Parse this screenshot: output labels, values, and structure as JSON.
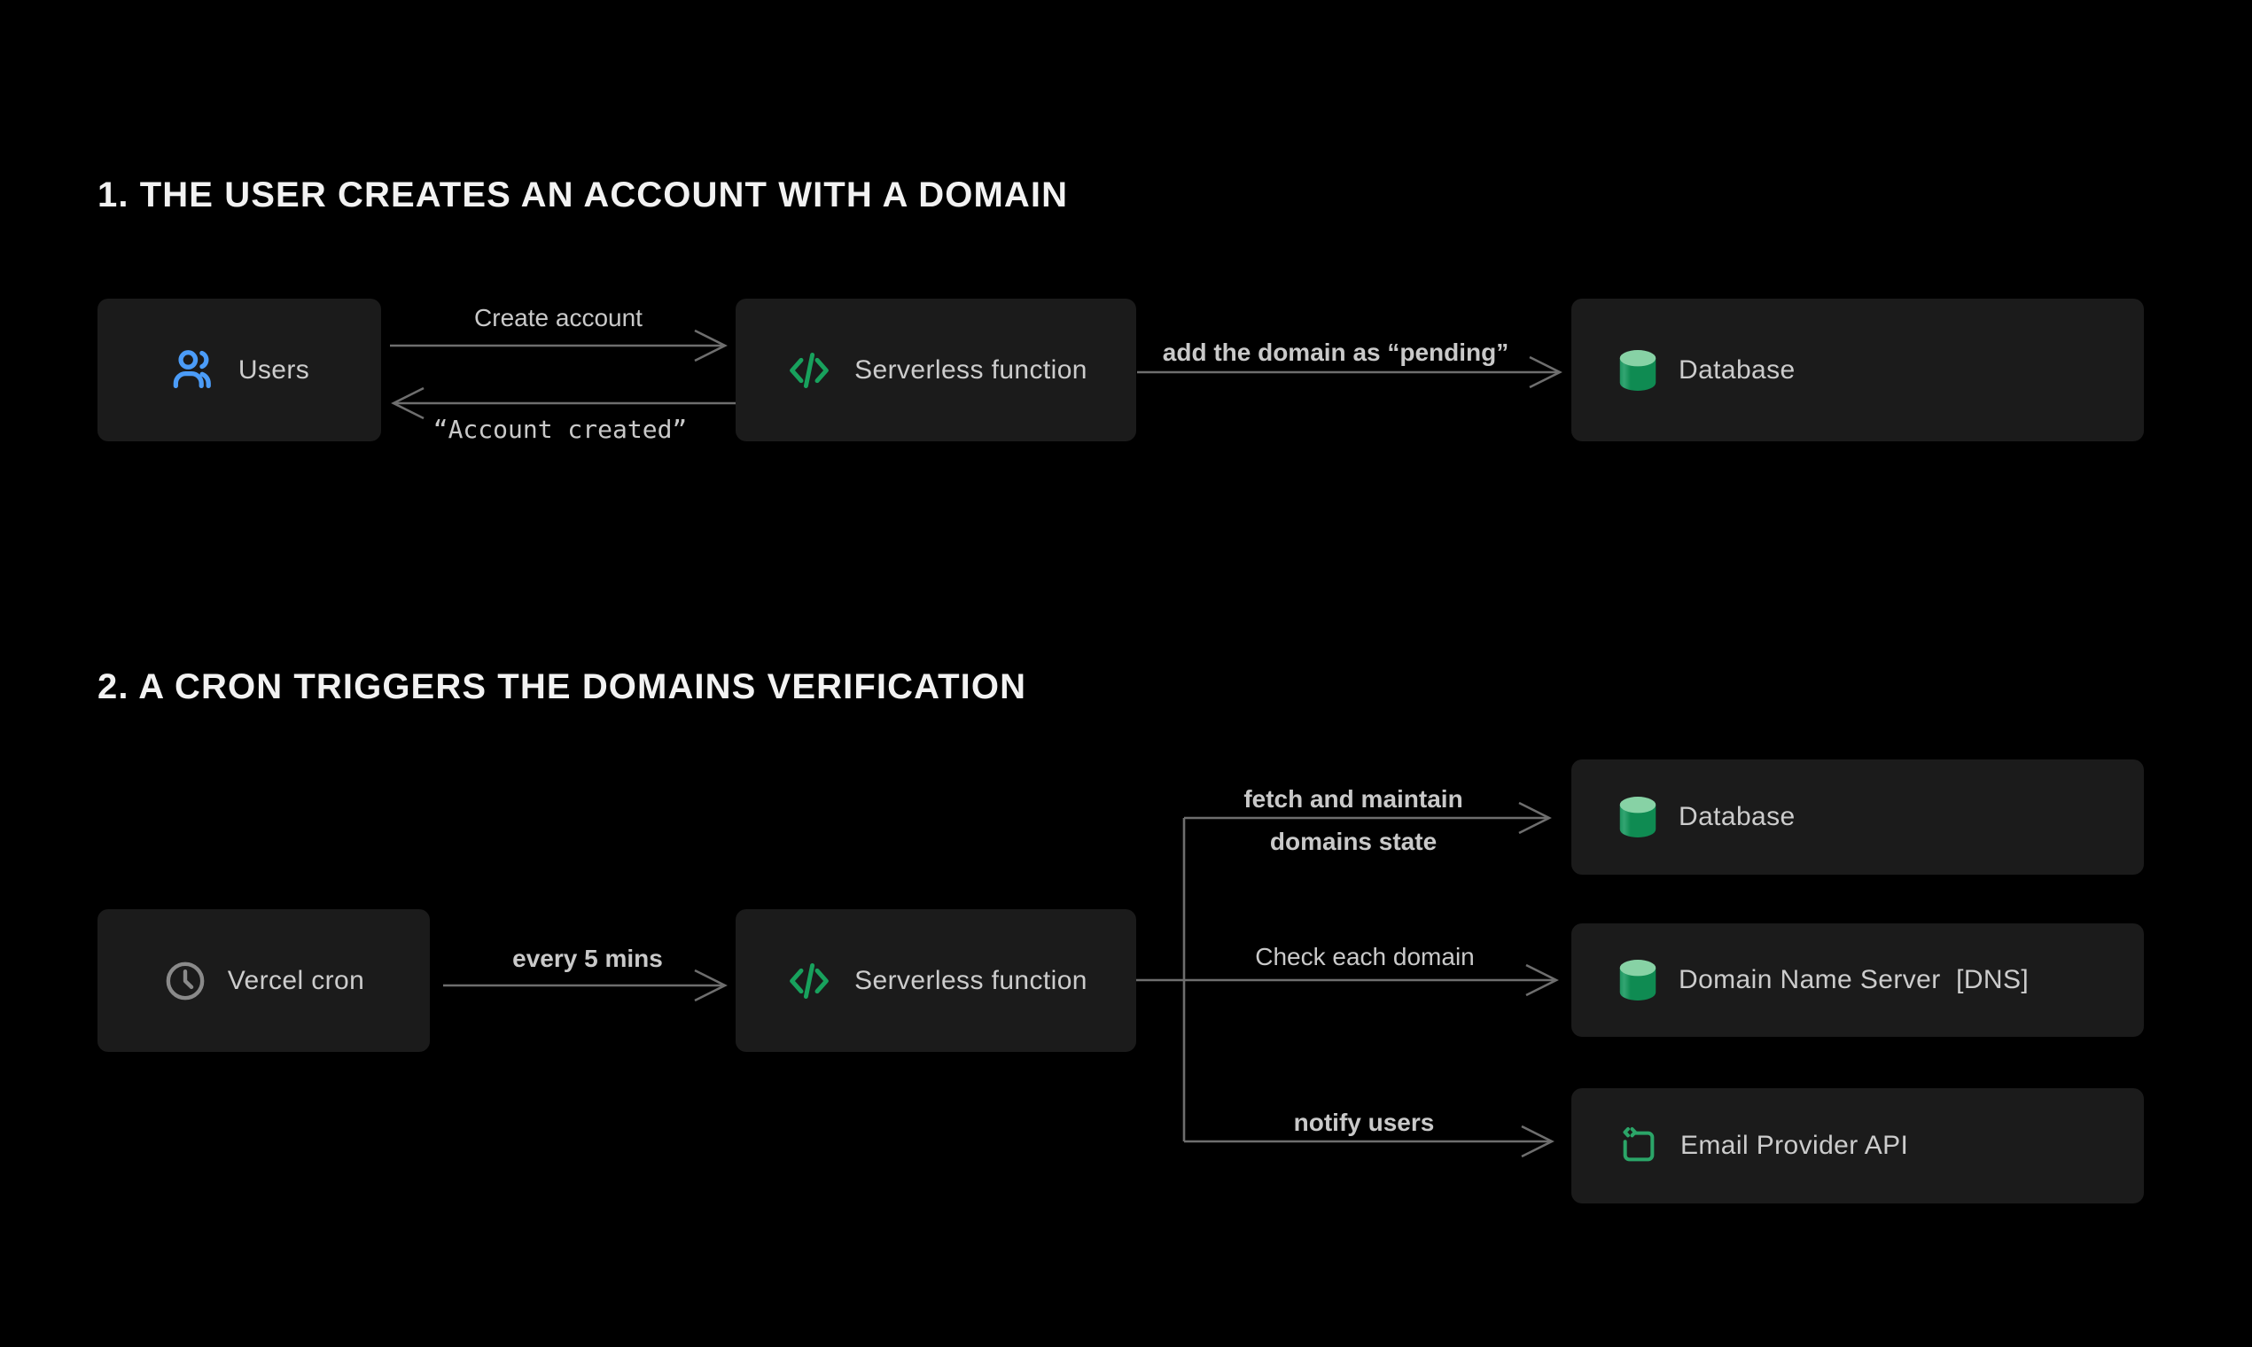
{
  "colors": {
    "background": "#000000",
    "node_background": "#1B1B1B",
    "node_text": "#CCCCCC",
    "title_text": "#F2F2F2",
    "edge_line": "#6E6E6E",
    "edge_text": "#C9C9C9",
    "connector_dot": "#8A8A8A",
    "blue_accent": "#4B9CF8",
    "green_accent": "#18A15D",
    "database_top": "#87D2A5",
    "database_body": "#0F8B52"
  },
  "section1": {
    "title": "1. THE USER CREATES AN ACCOUNT WITH A DOMAIN",
    "nodes": {
      "users": {
        "label": "Users",
        "icon": "users-icon"
      },
      "serverless": {
        "label": "Serverless function",
        "icon": "code-icon"
      },
      "database": {
        "label": "Database",
        "icon": "database-icon"
      }
    },
    "edges": {
      "create_account": "Create account",
      "account_created": "“Account created”",
      "add_domain_pending": "add the domain as “pending”"
    }
  },
  "section2": {
    "title": "2. A CRON TRIGGERS THE DOMAINS VERIFICATION",
    "nodes": {
      "vercel_cron": {
        "label": "Vercel cron",
        "icon": "clock-icon"
      },
      "serverless": {
        "label": "Serverless function",
        "icon": "code-icon"
      },
      "database": {
        "label": "Database",
        "icon": "database-icon"
      },
      "dns": {
        "label": "Domain Name Server  [DNS]",
        "icon": "database-icon"
      },
      "email_provider": {
        "label": "Email Provider API",
        "icon": "code-window-icon"
      }
    },
    "edges": {
      "every_5_mins": "every 5 mins",
      "fetch_and_maintain_line1": "fetch and maintain",
      "fetch_and_maintain_line2": "domains state",
      "check_each_domain": "Check each domain",
      "notify_users": "notify users"
    }
  }
}
